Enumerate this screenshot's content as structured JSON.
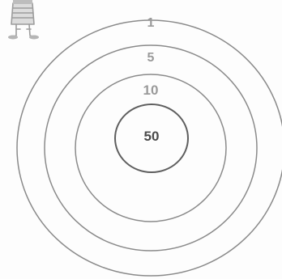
{
  "target": {
    "rings": [
      {
        "label": "1"
      },
      {
        "label": "5"
      },
      {
        "label": "10"
      },
      {
        "label": "50"
      }
    ]
  },
  "colors": {
    "ring": "#8a8a8a",
    "center_ring": "#5e5e5e",
    "label_outer": "#9a9a9a",
    "label_center": "#4a4a4a",
    "mascot": "#9c9c9c"
  },
  "icons": {
    "mascot": "cartoon-character-icon"
  }
}
